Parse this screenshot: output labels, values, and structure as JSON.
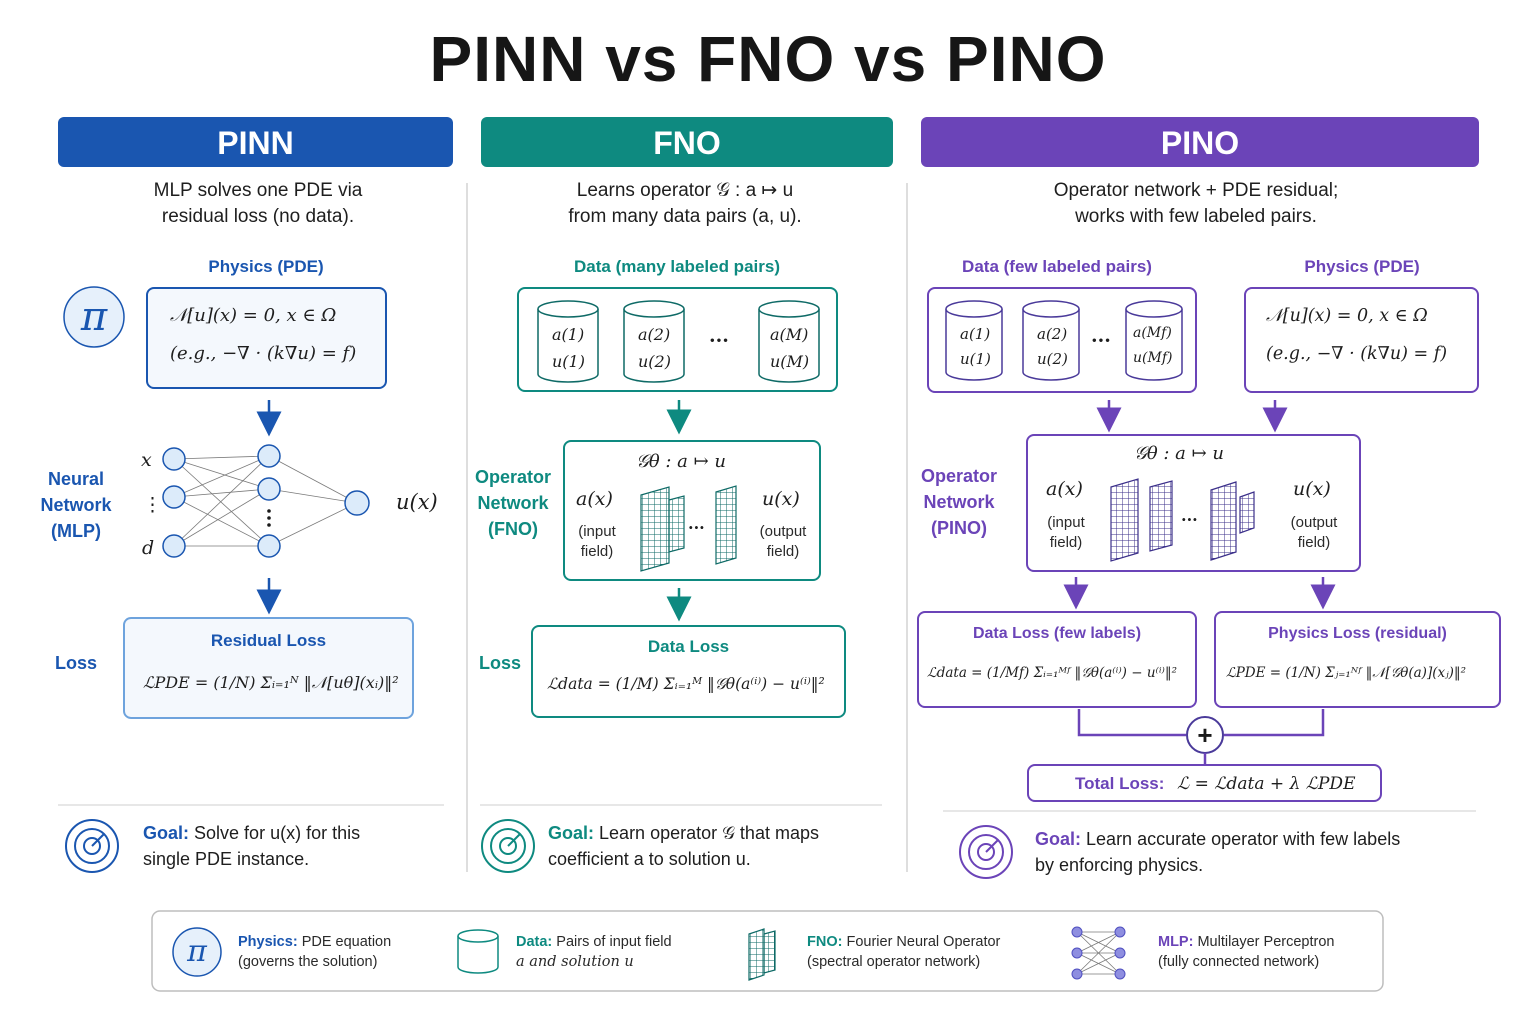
{
  "title": "PINN vs FNO vs PINO",
  "colors": {
    "pinn": "#1a56b0",
    "fno": "#0e8a80",
    "pino": "#6b44b8"
  },
  "pinn": {
    "header": "PINN",
    "desc1": "MLP solves one PDE via",
    "desc2": "residual loss (no data).",
    "physics_label": "Physics (PDE)",
    "eq1": "𝒩[u](x) = 0,     x ∈ Ω",
    "eq2": "(e.g., −∇ · (k∇u) = f)",
    "side_network": [
      "Neural",
      "Network",
      "(MLP)"
    ],
    "input_x": "x",
    "input_dots": "⋮",
    "input_d": "d",
    "output": "u(x)",
    "side_loss": "Loss",
    "loss_title": "Residual Loss",
    "loss_eq": "ℒPDE = (1/N) Σᵢ₌₁ᴺ ‖𝒩[uθ](xᵢ)‖²",
    "goal_label": "Goal:",
    "goal1": "Solve for u(x) for this",
    "goal2": "single PDE instance."
  },
  "fno": {
    "header": "FNO",
    "desc1": "Learns operator 𝒢 : a ↦ u",
    "desc2": "from many data pairs (a, u).",
    "data_label": "Data (many labeled pairs)",
    "cyl1_top": "a(1)",
    "cyl1_bot": "u(1)",
    "cyl2_top": "a(2)",
    "cyl2_bot": "u(2)",
    "cyl3_top": "a(M)",
    "cyl3_bot": "u(M)",
    "dots": "···",
    "side_network": [
      "Operator",
      "Network",
      "(FNO)"
    ],
    "op_title": "𝒢θ : a ↦ u",
    "in_math": "a(x)",
    "in_label1": "(input",
    "in_label2": "field)",
    "out_math": "u(x)",
    "out_label1": "(output",
    "out_label2": "field)",
    "side_loss": "Loss",
    "loss_title": "Data Loss",
    "loss_eq": "ℒdata = (1/M) Σᵢ₌₁ᴹ ‖𝒢θ(a⁽ⁱ⁾) − u⁽ⁱ⁾‖²",
    "goal_label": "Goal:",
    "goal1": "Learn operator 𝒢 that maps",
    "goal2": "coefficient a to solution u."
  },
  "pino": {
    "header": "PINO",
    "desc1": "Operator network + PDE residual;",
    "desc2": "works with few labeled pairs.",
    "data_label": "Data (few labeled pairs)",
    "physics_label": "Physics (PDE)",
    "cyl1_top": "a(1)",
    "cyl1_bot": "u(1)",
    "cyl2_top": "a(2)",
    "cyl2_bot": "u(2)",
    "cyl3_top": "a(Mf)",
    "cyl3_bot": "u(Mf)",
    "dots": "···",
    "eq1": "𝒩[u](x) = 0,     x ∈ Ω",
    "eq2": "(e.g., −∇ · (k∇u) = f)",
    "side_network": [
      "Operator",
      "Network",
      "(PINO)"
    ],
    "op_title": "𝒢θ : a ↦ u",
    "in_math": "a(x)",
    "in_label1": "(input",
    "in_label2": "field)",
    "out_math": "u(x)",
    "out_label1": "(output",
    "out_label2": "field)",
    "data_loss_title": "Data Loss (few labels)",
    "data_loss_eq": "ℒdata = (1/Mf) Σᵢ₌₁ᴹᶠ ‖𝒢θ(a⁽ⁱ⁾) − u⁽ⁱ⁾‖²",
    "phys_loss_title": "Physics Loss (residual)",
    "phys_loss_eq": "ℒPDE = (1/N) Σⱼ₌₁ᴺᶠ ‖𝒩[𝒢θ(a)](xⱼ)‖²",
    "plus": "+",
    "total_label": "Total Loss:",
    "total_eq": "ℒ = ℒdata + λ ℒPDE",
    "goal_label": "Goal:",
    "goal1": "Learn accurate operator with few labels",
    "goal2": "by enforcing physics."
  },
  "legend": {
    "physics_symbol": "π",
    "physics_title": "Physics:",
    "physics_text1": "PDE equation",
    "physics_text2": "(governs the solution)",
    "data_title": "Data:",
    "data_text1": "Pairs of input field",
    "data_text2": "a and solution u",
    "fno_title": "FNO:",
    "fno_text1": "Fourier Neural Operator",
    "fno_text2": "(spectral operator network)",
    "mlp_title": "MLP:",
    "mlp_text1": "Multilayer Perceptron",
    "mlp_text2": "(fully connected network)"
  }
}
